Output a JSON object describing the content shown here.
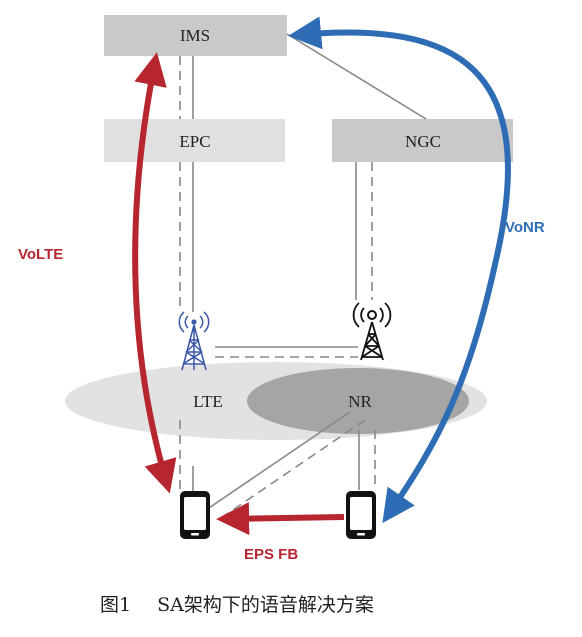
{
  "nodes": {
    "ims": "IMS",
    "epc": "EPC",
    "ngc": "NGC",
    "lte": "LTE",
    "nr": "NR"
  },
  "arrows": {
    "volte": {
      "label": "VoLTE",
      "color": "#b7252f"
    },
    "vonr": {
      "label": "VoNR",
      "color": "#2e6db5"
    },
    "eps_fb": {
      "label": "EPS FB",
      "color": "#b7252f"
    }
  },
  "caption": {
    "figure_number": "图1",
    "text": "SA架构下的语音解决方案"
  },
  "icons": {
    "lte_tower": "lte-tower-icon",
    "nr_tower": "nr-tower-icon",
    "lte_phone": "lte-phone-icon",
    "nr_phone": "nr-phone-icon"
  }
}
